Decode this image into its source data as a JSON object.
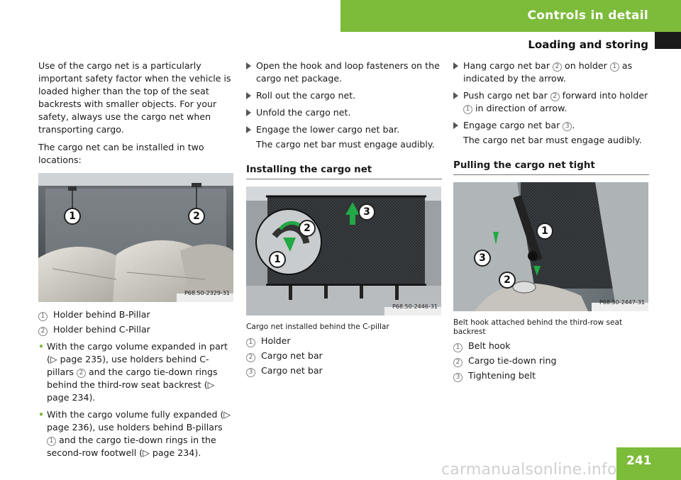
{
  "header": {
    "section": "Controls in detail",
    "subsection": "Loading and storing"
  },
  "page_number": "241",
  "watermark": "carmanualsonline.info",
  "col1": {
    "para1": "Use of the cargo net is a particularly important safety factor when the vehicle is loaded higher than the top of the seat backrests with smaller objects. For your safety, always use the cargo net when transporting cargo.",
    "para2": "The cargo net can be installed in two locations:",
    "photo_code": "P68.50-2329-31",
    "legend": [
      {
        "num": "1",
        "text": "Holder behind B-Pillar"
      },
      {
        "num": "2",
        "text": "Holder behind C-Pillar"
      }
    ],
    "bullet1": {
      "a": "With the cargo volume expanded in part (",
      "ref": "page 235), use holders behind C-pillars ",
      "num": "2",
      "b": " and the cargo tie-down rings behind the third-row seat backrest (",
      "ref2": "page 234)."
    },
    "bullet2": {
      "a": "With the cargo volume fully expanded (",
      "ref": "page 236), use holders behind B-pillars ",
      "num": "1",
      "b": " and the cargo tie-down rings in the second-row footwell (",
      "ref2": "page 234)."
    }
  },
  "col2": {
    "steps": [
      "Open the hook and loop fasteners on the cargo net package.",
      "Roll out the cargo net.",
      "Unfold the cargo net.",
      "Engage the lower cargo net bar."
    ],
    "note": "The cargo net bar must engage audibly.",
    "section_title": "Installing the cargo net",
    "photo_code": "P68.50-2446-31",
    "caption": "Cargo net installed behind the C-pillar",
    "legend": [
      {
        "num": "1",
        "text": "Holder"
      },
      {
        "num": "2",
        "text": "Cargo net bar"
      },
      {
        "num": "3",
        "text": "Cargo net bar"
      }
    ]
  },
  "col3": {
    "step1": {
      "a": "Hang cargo net bar ",
      "n1": "2",
      "b": " on holder ",
      "n2": "1",
      "c": " as indicated by the arrow."
    },
    "step2": {
      "a": "Push cargo net bar ",
      "n1": "2",
      "b": " forward into holder ",
      "n2": "1",
      "c": " in direction of arrow."
    },
    "step3": {
      "a": "Engage cargo net bar ",
      "n1": "3",
      "b": "."
    },
    "note": "The cargo net bar must engage audibly.",
    "section_title": "Pulling the cargo net tight",
    "photo_code": "P68.50-2447-31",
    "caption": "Belt hook attached behind the third-row seat backrest",
    "legend": [
      {
        "num": "1",
        "text": "Belt hook"
      },
      {
        "num": "2",
        "text": "Cargo tie-down ring"
      },
      {
        "num": "3",
        "text": "Tightening belt"
      }
    ]
  },
  "callouts": {
    "c1": "1",
    "c2": "2",
    "c3": "3"
  },
  "ref_glyph": "▷"
}
